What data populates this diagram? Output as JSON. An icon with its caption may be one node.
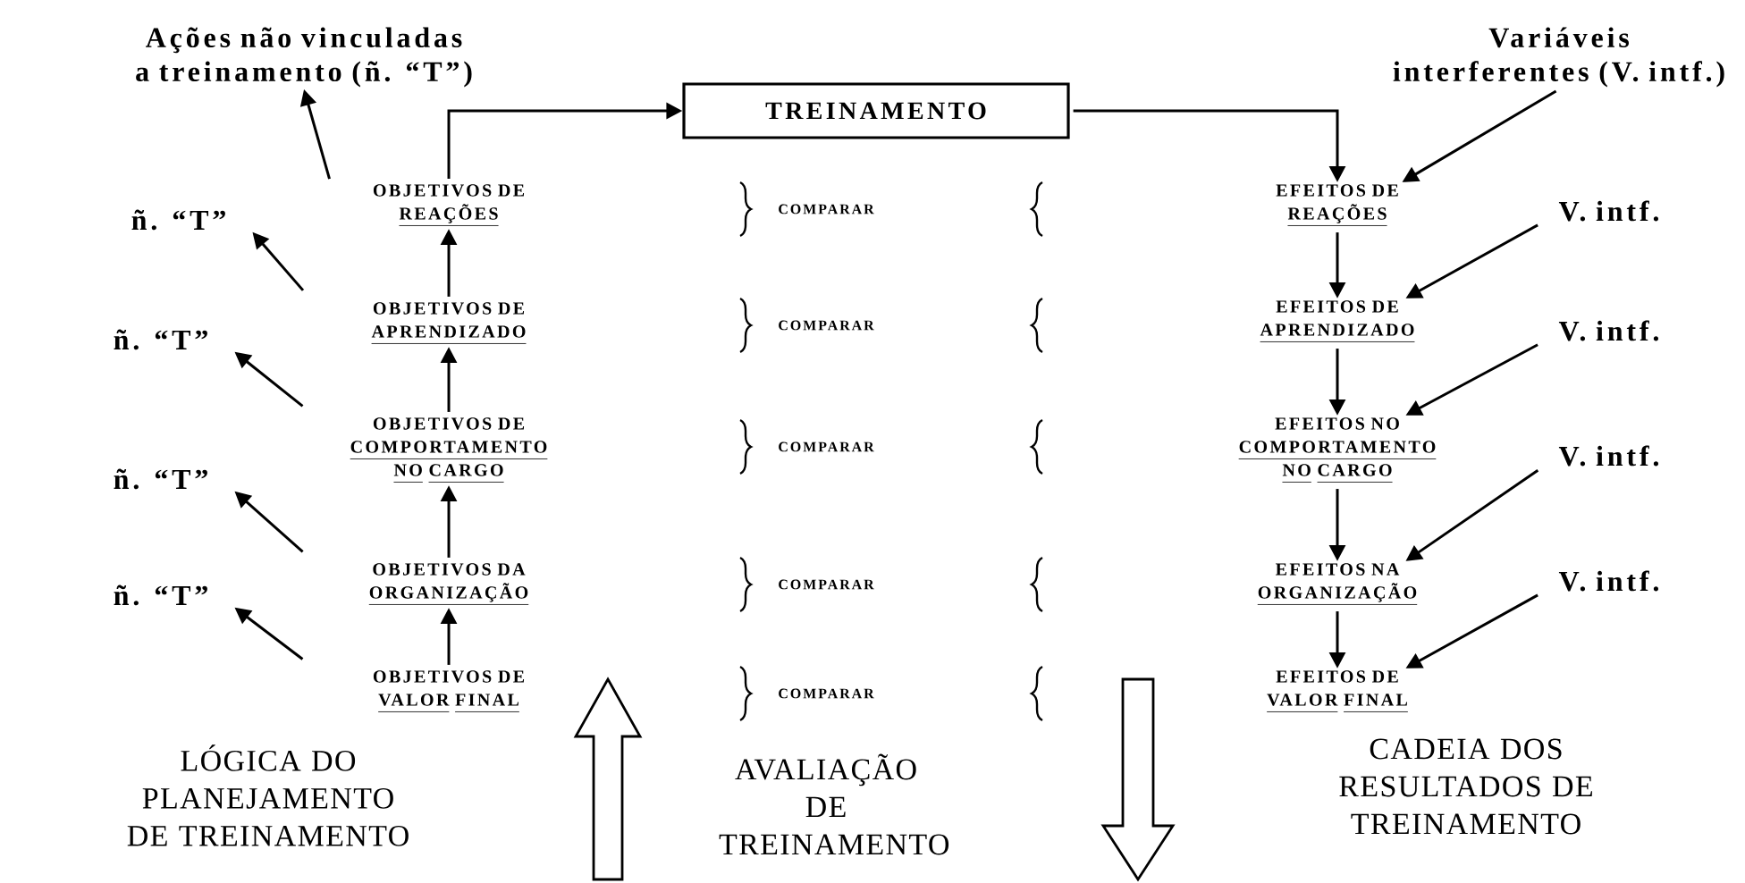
{
  "diagram": {
    "nodes": [
      {
        "text": [
          "Ações não vinculadas a treinamento (ñ. “T”)"
        ]
      },
      {
        "text": [
          "TREINAMENTO"
        ]
      },
      {
        "text": [
          "Variáveis interferentes (V. intf.)"
        ]
      },
      {
        "text": [
          "OBJETIVOS DE",
          "REAÇÕES"
        ]
      },
      {
        "text": [
          "EFEITOS DE",
          "REAÇÕES"
        ]
      },
      {
        "text": [
          "ñ. “T”"
        ]
      },
      {
        "text": [
          "V. intf."
        ]
      },
      {
        "text": [
          "OBJETIVOS DE",
          "APRENDIZADO"
        ]
      },
      {
        "text": [
          "EFEITOS DE",
          "APRENDIZADO"
        ]
      },
      {
        "text": [
          "ñ. “T”"
        ]
      },
      {
        "text": [
          "V. intf."
        ]
      },
      {
        "text": [
          "OBJETIVOS DE",
          "COMPORTAMENTO NO CARGO"
        ]
      },
      {
        "text": [
          "EFEITOS NO",
          "COMPORTAMENTO NO CARGO"
        ]
      },
      {
        "text": [
          "ñ. “T”"
        ]
      },
      {
        "text": [
          "V. intf."
        ]
      },
      {
        "text": [
          "OBJETIVOS DA",
          "ORGANIZAÇÃO"
        ]
      },
      {
        "text": [
          "EFEITOS NA",
          "ORGANIZAÇÃO"
        ]
      },
      {
        "text": [
          "ñ. “T”"
        ]
      },
      {
        "text": [
          "V. intf."
        ]
      },
      {
        "text": [
          "OBJETIVOS DE",
          "VALOR FINAL"
        ]
      },
      {
        "text": [
          "EFEITOS DE",
          "VALOR FINAL"
        ]
      }
    ],
    "edges": [
      {
        "from": 3,
        "to": 0,
        "arrow": "to"
      },
      {
        "from": 3,
        "to": 1,
        "arrow": "to"
      },
      {
        "from": 1,
        "to": 4,
        "arrow": "to"
      },
      {
        "from": 2,
        "to": 4,
        "arrow": "to"
      },
      {
        "from": 7,
        "to": 3,
        "arrow": "to"
      },
      {
        "from": 7,
        "to": 5,
        "arrow": "to"
      },
      {
        "from": 4,
        "to": 8,
        "arrow": "to"
      },
      {
        "from": 6,
        "to": 8,
        "arrow": "to"
      },
      {
        "from": 11,
        "to": 7,
        "arrow": "to"
      },
      {
        "from": 11,
        "to": 9,
        "arrow": "to"
      },
      {
        "from": 8,
        "to": 12,
        "arrow": "to"
      },
      {
        "from": 10,
        "to": 12,
        "arrow": "to"
      },
      {
        "from": 15,
        "to": 11,
        "arrow": "to"
      },
      {
        "from": 15,
        "to": 13,
        "arrow": "to"
      },
      {
        "from": 12,
        "to": 16,
        "arrow": "to"
      },
      {
        "from": 14,
        "to": 16,
        "arrow": "to"
      },
      {
        "from": 19,
        "to": 15,
        "arrow": "to"
      },
      {
        "from": 19,
        "to": 17,
        "arrow": "to"
      },
      {
        "from": 16,
        "to": 20,
        "arrow": "to"
      },
      {
        "from": 18,
        "to": 20,
        "arrow": "to"
      }
    ],
    "labels": [
      "COMPARAR",
      "COMPARAR",
      "COMPARAR",
      "COMPARAR",
      "COMPARAR",
      "LÓGICA DO PLANEJAMENTO DE TREINAMENTO",
      "AVALIAÇÃO DE TREINAMENTO",
      "CADEIA DOS RESULTADOS DE TREINAMENTO"
    ]
  }
}
